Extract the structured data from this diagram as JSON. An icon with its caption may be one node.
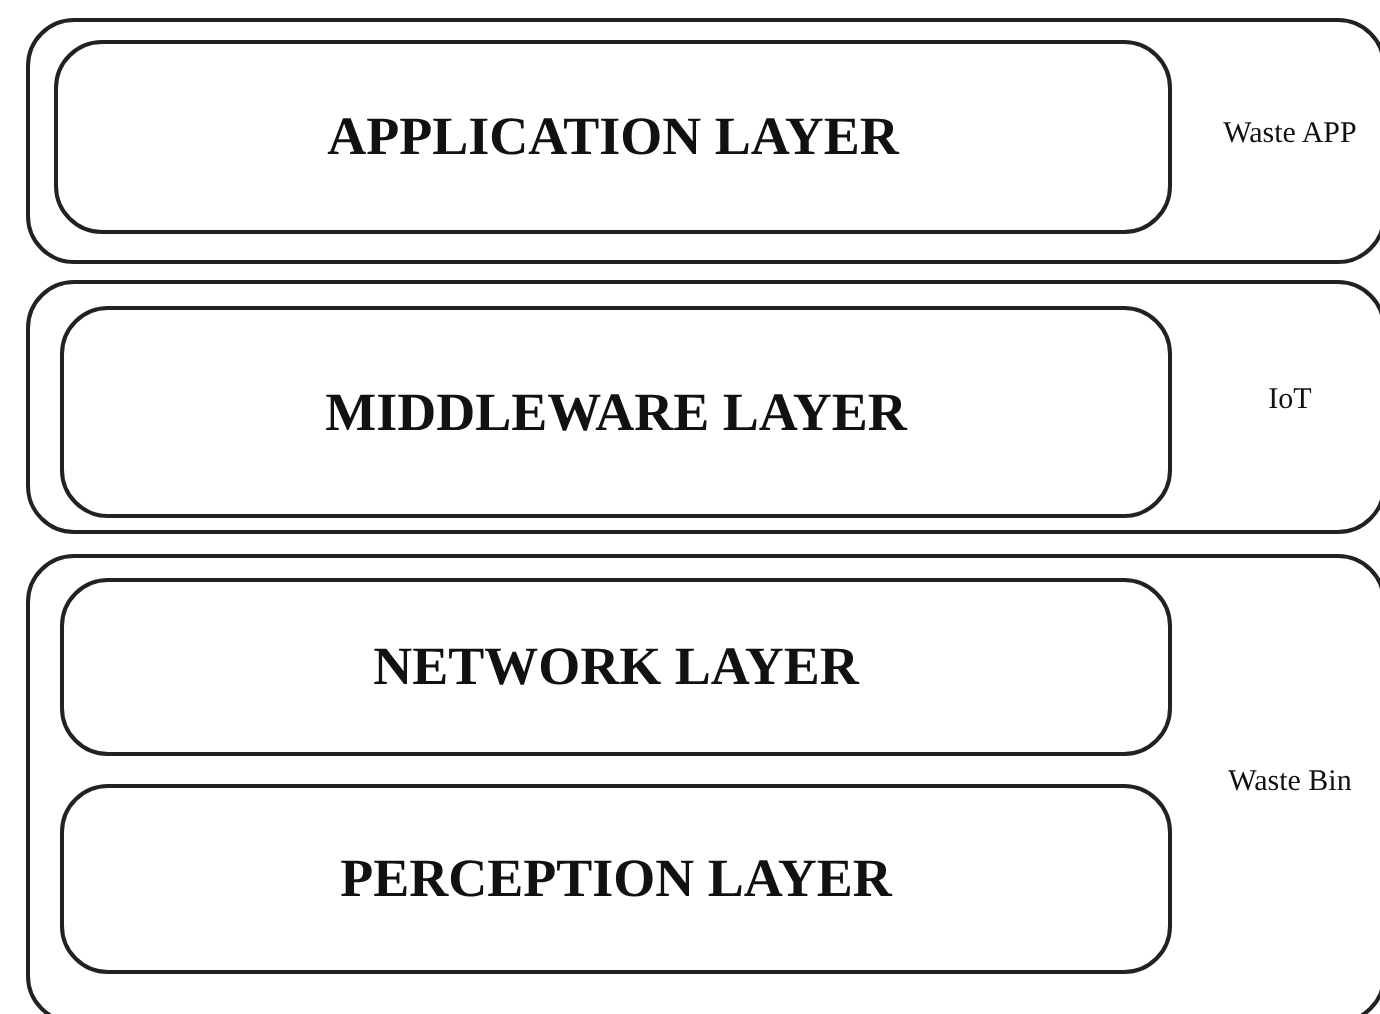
{
  "diagram": {
    "nodes": [
      {
        "text": [
          "Waste APP"
        ]
      },
      {
        "text": [
          "APPLICATION LAYER"
        ],
        "in": 0
      },
      {
        "text": [
          "IoT"
        ]
      },
      {
        "text": [
          "MIDDLEWARE LAYER"
        ],
        "in": 2
      },
      {
        "text": [
          "Waste Bin"
        ]
      },
      {
        "text": [
          "NETWORK LAYER"
        ],
        "in": 4
      },
      {
        "text": [
          "PERCEPTION LAYER"
        ],
        "in": 4
      }
    ]
  }
}
